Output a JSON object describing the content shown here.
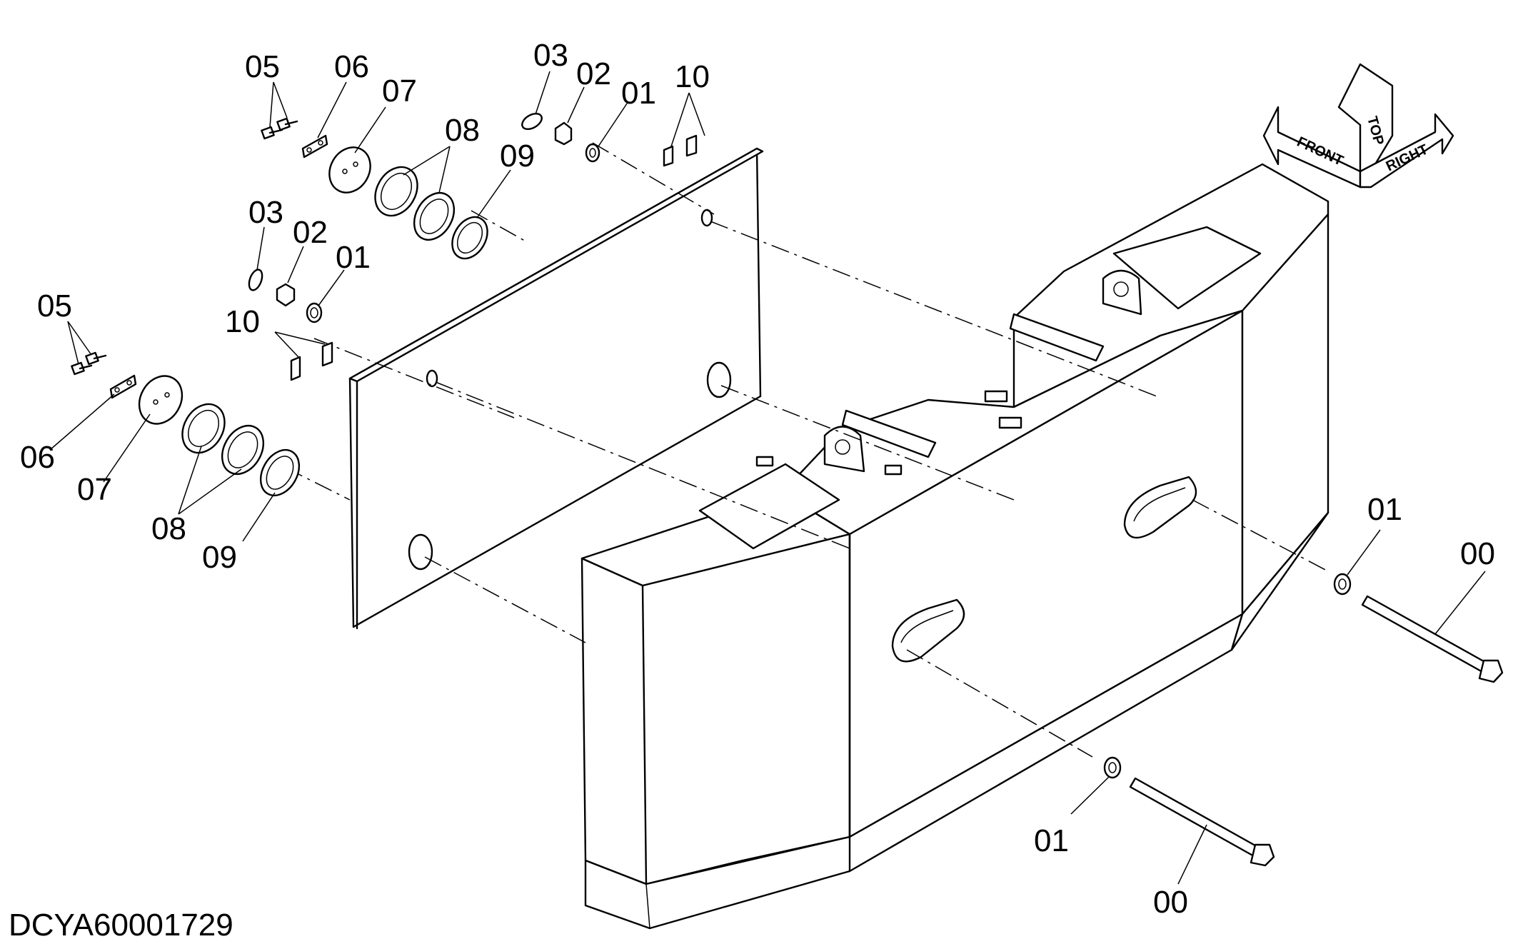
{
  "drawing_code": "DCYA60001729",
  "orientation": {
    "top": "TOP",
    "front": "FRONT",
    "right": "RIGHT"
  },
  "callouts": [
    {
      "id": "c-05-upper",
      "text": "05"
    },
    {
      "id": "c-06-upper",
      "text": "06"
    },
    {
      "id": "c-07-upper",
      "text": "07"
    },
    {
      "id": "c-08-upper",
      "text": "08"
    },
    {
      "id": "c-09-upper",
      "text": "09"
    },
    {
      "id": "c-03-upper",
      "text": "03"
    },
    {
      "id": "c-02-upper",
      "text": "02"
    },
    {
      "id": "c-01-upper",
      "text": "01"
    },
    {
      "id": "c-10-upper",
      "text": "10"
    },
    {
      "id": "c-03-mid",
      "text": "03"
    },
    {
      "id": "c-02-mid",
      "text": "02"
    },
    {
      "id": "c-01-mid",
      "text": "01"
    },
    {
      "id": "c-10-mid",
      "text": "10"
    },
    {
      "id": "c-05-lower",
      "text": "05"
    },
    {
      "id": "c-06-lower",
      "text": "06"
    },
    {
      "id": "c-07-lower",
      "text": "07"
    },
    {
      "id": "c-08-lower",
      "text": "08"
    },
    {
      "id": "c-09-lower",
      "text": "09"
    },
    {
      "id": "c-01-right",
      "text": "01"
    },
    {
      "id": "c-00-right",
      "text": "00"
    },
    {
      "id": "c-01-bottom",
      "text": "01"
    },
    {
      "id": "c-00-bottom",
      "text": "00"
    }
  ]
}
